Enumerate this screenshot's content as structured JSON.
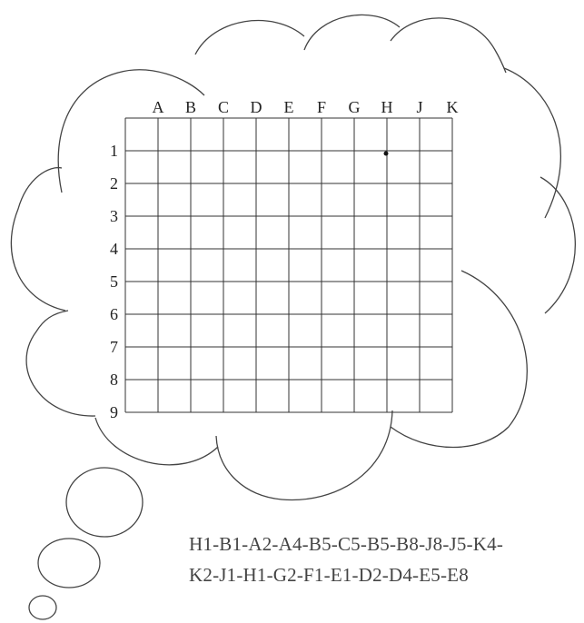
{
  "grid": {
    "columns": [
      "A",
      "B",
      "C",
      "D",
      "E",
      "F",
      "G",
      "H",
      "J",
      "K"
    ],
    "rows": [
      "1",
      "2",
      "3",
      "4",
      "5",
      "6",
      "7",
      "8",
      "9"
    ],
    "marked_point": {
      "column": "H",
      "row": "1"
    }
  },
  "instructions": {
    "line1": "H1-B1-A2-A4-B5-C5-B5-B8-J8-J5-K4-",
    "line2": "K2-J1-H1-G2-F1-E1-D2-D4-E5-E8"
  }
}
